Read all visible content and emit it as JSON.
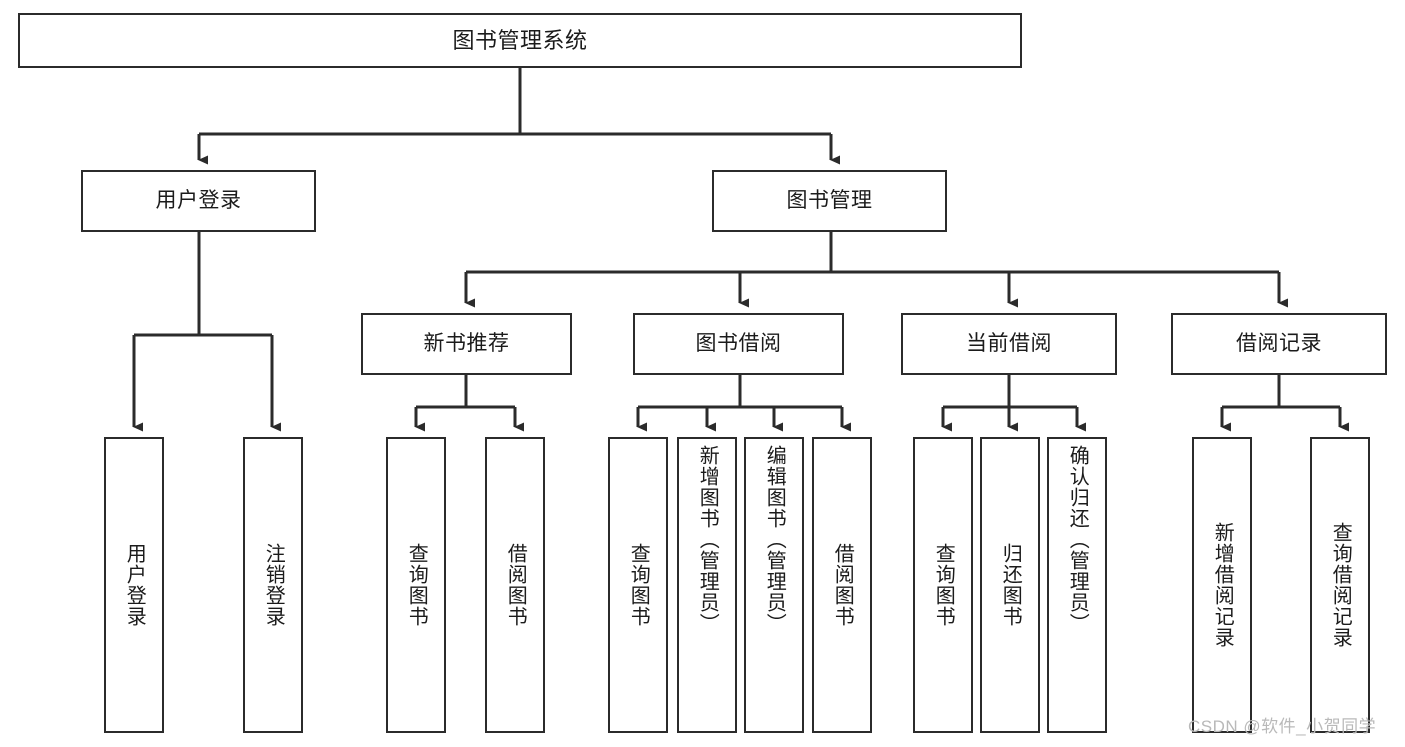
{
  "diagram": {
    "title": "图书管理系统",
    "type": "hierarchy-tree",
    "root": {
      "id": "root",
      "label": "图书管理系统"
    },
    "level2": [
      {
        "id": "user-login",
        "label": "用户登录"
      },
      {
        "id": "book-manage",
        "label": "图书管理"
      }
    ],
    "level3": [
      {
        "id": "new-book-recommend",
        "label": "新书推荐"
      },
      {
        "id": "book-borrow",
        "label": "图书借阅"
      },
      {
        "id": "current-borrow",
        "label": "当前借阅"
      },
      {
        "id": "borrow-record",
        "label": "借阅记录"
      }
    ],
    "leaves": {
      "user_login": [
        {
          "id": "leaf-user-login",
          "label": "用户登录"
        },
        {
          "id": "leaf-logout",
          "label": "注销登录"
        }
      ],
      "new_book_recommend": [
        {
          "id": "leaf-query-book-1",
          "label": "查询图书"
        },
        {
          "id": "leaf-borrow-book-1",
          "label": "借阅图书"
        }
      ],
      "book_borrow": [
        {
          "id": "leaf-query-book-2",
          "label": "查询图书"
        },
        {
          "id": "leaf-add-book",
          "label": "新增图书（管理员）"
        },
        {
          "id": "leaf-edit-book",
          "label": "编辑图书（管理员）"
        },
        {
          "id": "leaf-borrow-book-2",
          "label": "借阅图书"
        }
      ],
      "current_borrow": [
        {
          "id": "leaf-query-book-3",
          "label": "查询图书"
        },
        {
          "id": "leaf-return-book",
          "label": "归还图书"
        },
        {
          "id": "leaf-confirm-return",
          "label": "确认归还（管理员）"
        }
      ],
      "borrow_record": [
        {
          "id": "leaf-add-record",
          "label": "新增借阅记录"
        },
        {
          "id": "leaf-query-record",
          "label": "查询借阅记录"
        }
      ]
    }
  },
  "watermark": {
    "text": "CSDN @软件_小贺同学"
  },
  "colors": {
    "stroke": "#2b2b2b",
    "background": "#ffffff",
    "text": "#1b1b1b",
    "watermark": "#b9b9b9"
  }
}
